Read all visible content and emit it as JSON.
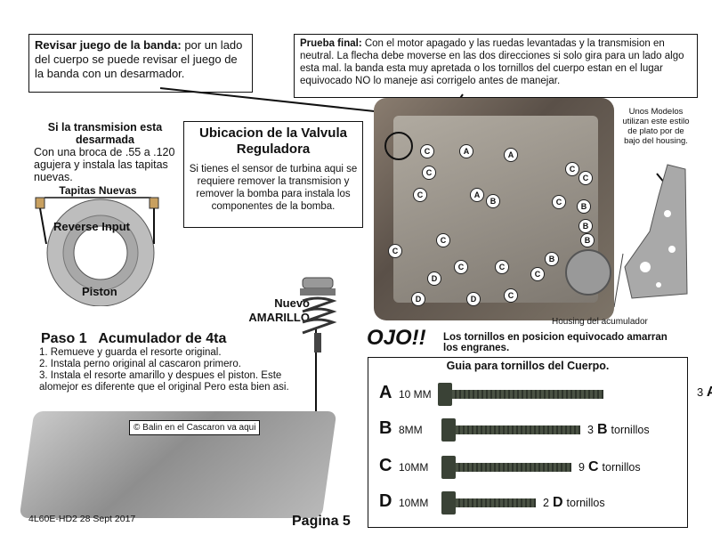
{
  "top_left_note": {
    "bold": "Revisar juego de la banda:",
    "text": " por un lado del cuerpo se puede revisar el juego de la banda con un desarmador."
  },
  "top_right_note": {
    "bold": "Prueba final:",
    "text": " Con el motor apagado y las ruedas levantadas y la transmision en neutral.   La flecha debe moverse en las dos direcciones si solo gira para un lado algo esta mal.  la banda esta muy apretada o los tornillos del cuerpo estan en el lugar equivocado NO lo maneje asi corrigelo antes de manejar."
  },
  "transmission_note": {
    "title": "Si la transmision esta desarmada",
    "text": "Con una broca de .55 a .120 agujera y instala las tapitas nuevas."
  },
  "piston": {
    "tapitas_label": "Tapitas Nuevas",
    "reverse_input": "Reverse Input",
    "piston_label": "Piston"
  },
  "valve_box": {
    "title": "Ubicacion de la Valvula Reguladora",
    "text": "Si tienes el sensor de turbina aqui se requiere remover la transmision y remover la bomba para instala los componentes de la bomba."
  },
  "plate_note": "Unos Modelos utilizan este estilo de plato por de bajo del housing.",
  "housing_label": "Housing del acumulador",
  "nuevo_amarillo": "Nuevo AMARILLO",
  "paso1": {
    "title": "Paso 1   Acumulador de 4ta",
    "steps": [
      "1.  Remueve y guarda el resorte original.",
      "2.  Instala perno original al cascaron primero.",
      "3.  Instala el resorte amarillo y despues el piston. Este alomejor es diferente que el original Pero esta bien asi."
    ]
  },
  "balin_label": "© Balin en el Cascaron va aqui",
  "ojo": {
    "title": "OJO!!",
    "text": "Los tornillos en posicion equivocado amarran los engranes."
  },
  "bolt_guide": {
    "title": "Guia para tornillos del Cuerpo.",
    "rows": [
      {
        "letter": "A",
        "size": "10 MM",
        "count": "3",
        "count_letter": "A",
        "suffix": ""
      },
      {
        "letter": "B",
        "size": "8MM",
        "count": "3",
        "count_letter": "B",
        "suffix": "tornillos"
      },
      {
        "letter": "C",
        "size": "10MM",
        "count": "9",
        "count_letter": "C",
        "suffix": "tornillos"
      },
      {
        "letter": "D",
        "size": "10MM",
        "count": "2",
        "count_letter": "D",
        "suffix": "tornillos"
      }
    ]
  },
  "footer": {
    "doc_id": "4L60E-HD2  28 Sept 2017",
    "page": "Pagina 5"
  },
  "tags": [
    "C",
    "A",
    "A",
    "C",
    "C",
    "C",
    "C",
    "C",
    "A",
    "B",
    "C",
    "B",
    "B",
    "C",
    "C",
    "B",
    "C",
    "C",
    "D",
    "D",
    "C",
    "B",
    "D"
  ]
}
